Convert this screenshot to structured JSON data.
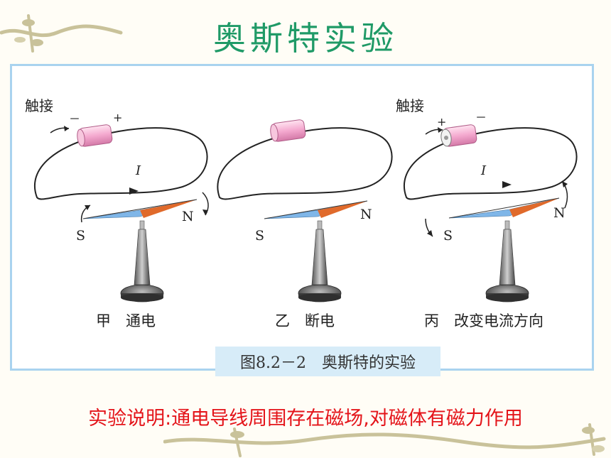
{
  "slide": {
    "title": "奥斯特实验",
    "caption": "图8.2－2　奥斯特的实验",
    "explanation": "实验说明:通电导线周围存在磁场,对磁体有磁力作用"
  },
  "panels": [
    {
      "label": "甲　通电",
      "touch_label": "触接",
      "minus": "－",
      "plus": "+",
      "current_label": "I",
      "south": "S",
      "north": "N"
    },
    {
      "label": "乙　断电",
      "south": "S",
      "north": "N"
    },
    {
      "label": "丙　改变电流方向",
      "touch_label": "触接",
      "minus": "－",
      "plus": "+",
      "current_label": "I",
      "south": "S",
      "north": "N"
    }
  ],
  "colors": {
    "title": "#1f9a67",
    "explanation": "#e4141a",
    "frame_border": "#a9d3ef",
    "caption_bg": "#d7ecf8",
    "needle_north": "#e06a2b",
    "needle_south": "#7fb6e8"
  }
}
